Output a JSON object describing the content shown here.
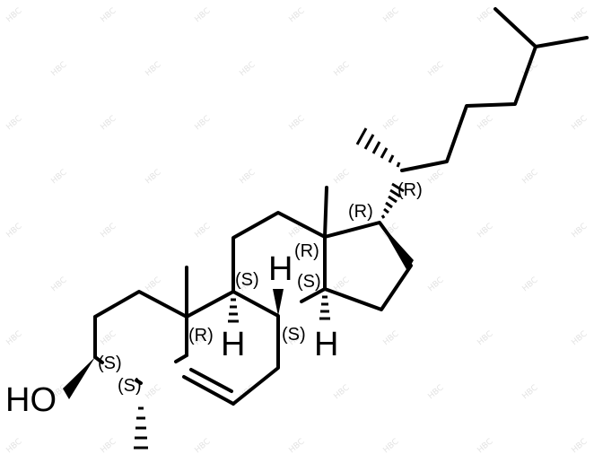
{
  "molecule": {
    "hydroxyl_label": "HO",
    "hydrogen_label": "H",
    "stereo": {
      "c3": "(S)",
      "c4": "(S)",
      "c8": "(S)",
      "c9": "(S)",
      "c10": "(R)",
      "c13": "(R)",
      "c14": "(S)",
      "c17": "(R)",
      "c20": "(R)"
    }
  },
  "watermark": {
    "text": "HBC"
  },
  "colors": {
    "bond": "#000000",
    "background": "#ffffff",
    "watermark": "#e3e3e3"
  }
}
